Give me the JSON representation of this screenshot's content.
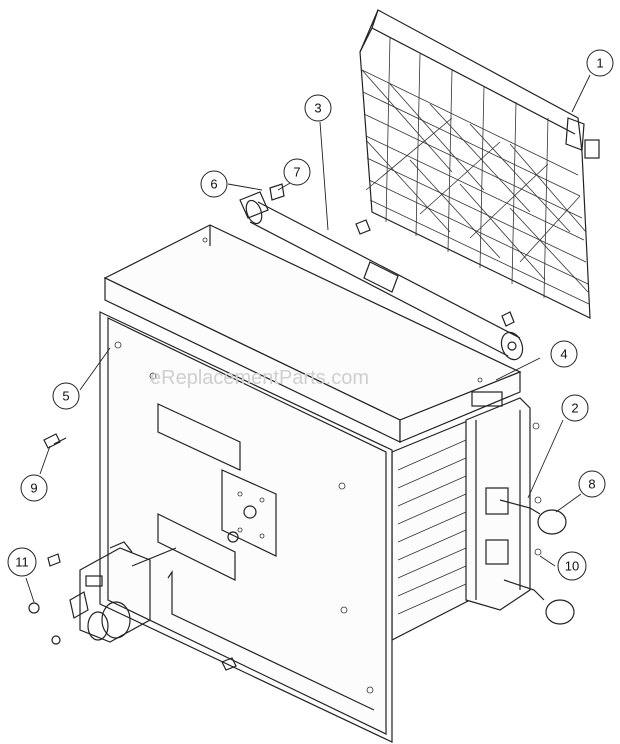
{
  "watermark": "eReplacementParts.com",
  "callouts": [
    {
      "label": "1"
    },
    {
      "label": "2"
    },
    {
      "label": "3"
    },
    {
      "label": "4"
    },
    {
      "label": "5"
    },
    {
      "label": "6"
    },
    {
      "label": "7"
    },
    {
      "label": "8"
    },
    {
      "label": "9"
    },
    {
      "label": "10"
    },
    {
      "label": "11"
    }
  ]
}
